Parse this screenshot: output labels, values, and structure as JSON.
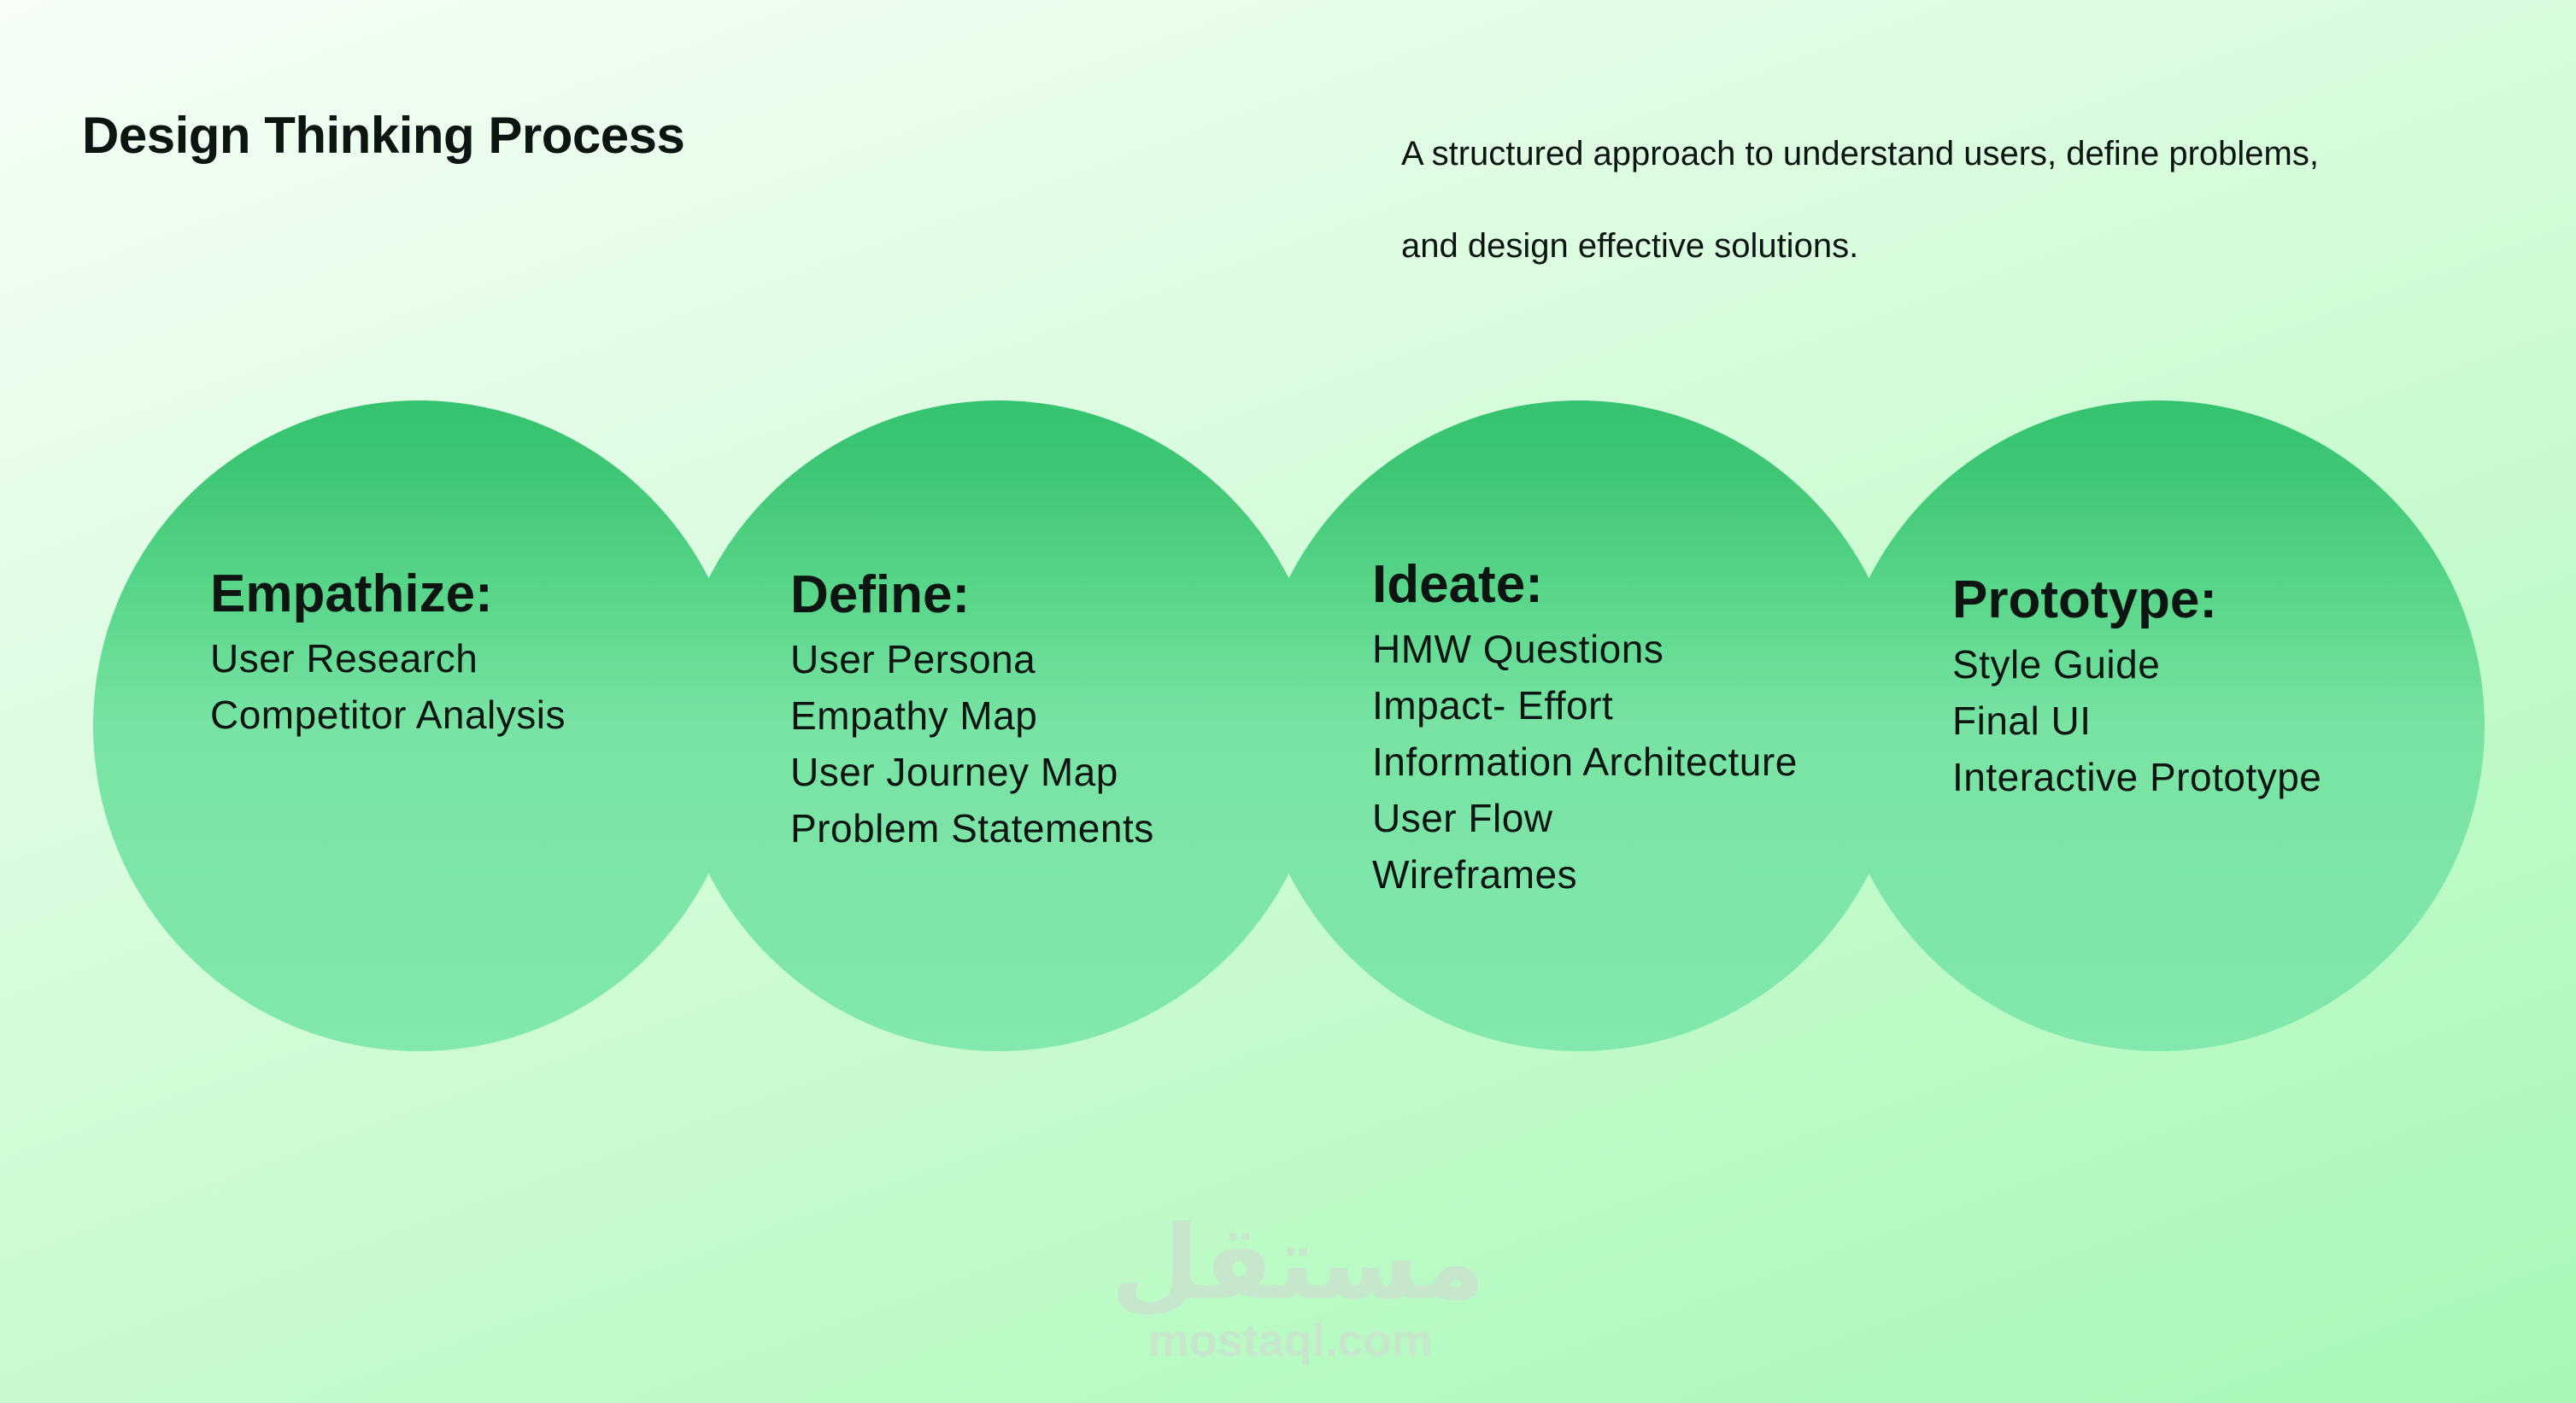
{
  "header": {
    "title": "Design Thinking Process",
    "description_line1": "A structured approach to understand users, define problems,",
    "description_line2": "and design effective solutions."
  },
  "stages": [
    {
      "title": "Empathize:",
      "items": [
        "User Research",
        "Competitor Analysis"
      ]
    },
    {
      "title": "Define:",
      "items": [
        "User Persona",
        "Empathy Map",
        "User Journey Map",
        "Problem Statements"
      ]
    },
    {
      "title": "Ideate:",
      "items": [
        "HMW Questions",
        "Impact- Effort",
        "Information Architecture",
        "User Flow",
        "Wireframes"
      ]
    },
    {
      "title": "Prototype:",
      "items": [
        "Style Guide",
        "Final UI",
        "Interactive Prototype"
      ]
    }
  ],
  "watermark": {
    "arabic": "مستقل",
    "latin": "mostaql.com"
  },
  "colors": {
    "circle_top": "#34c36f",
    "circle_bottom": "#82e8ad",
    "text": "#0d1512"
  }
}
